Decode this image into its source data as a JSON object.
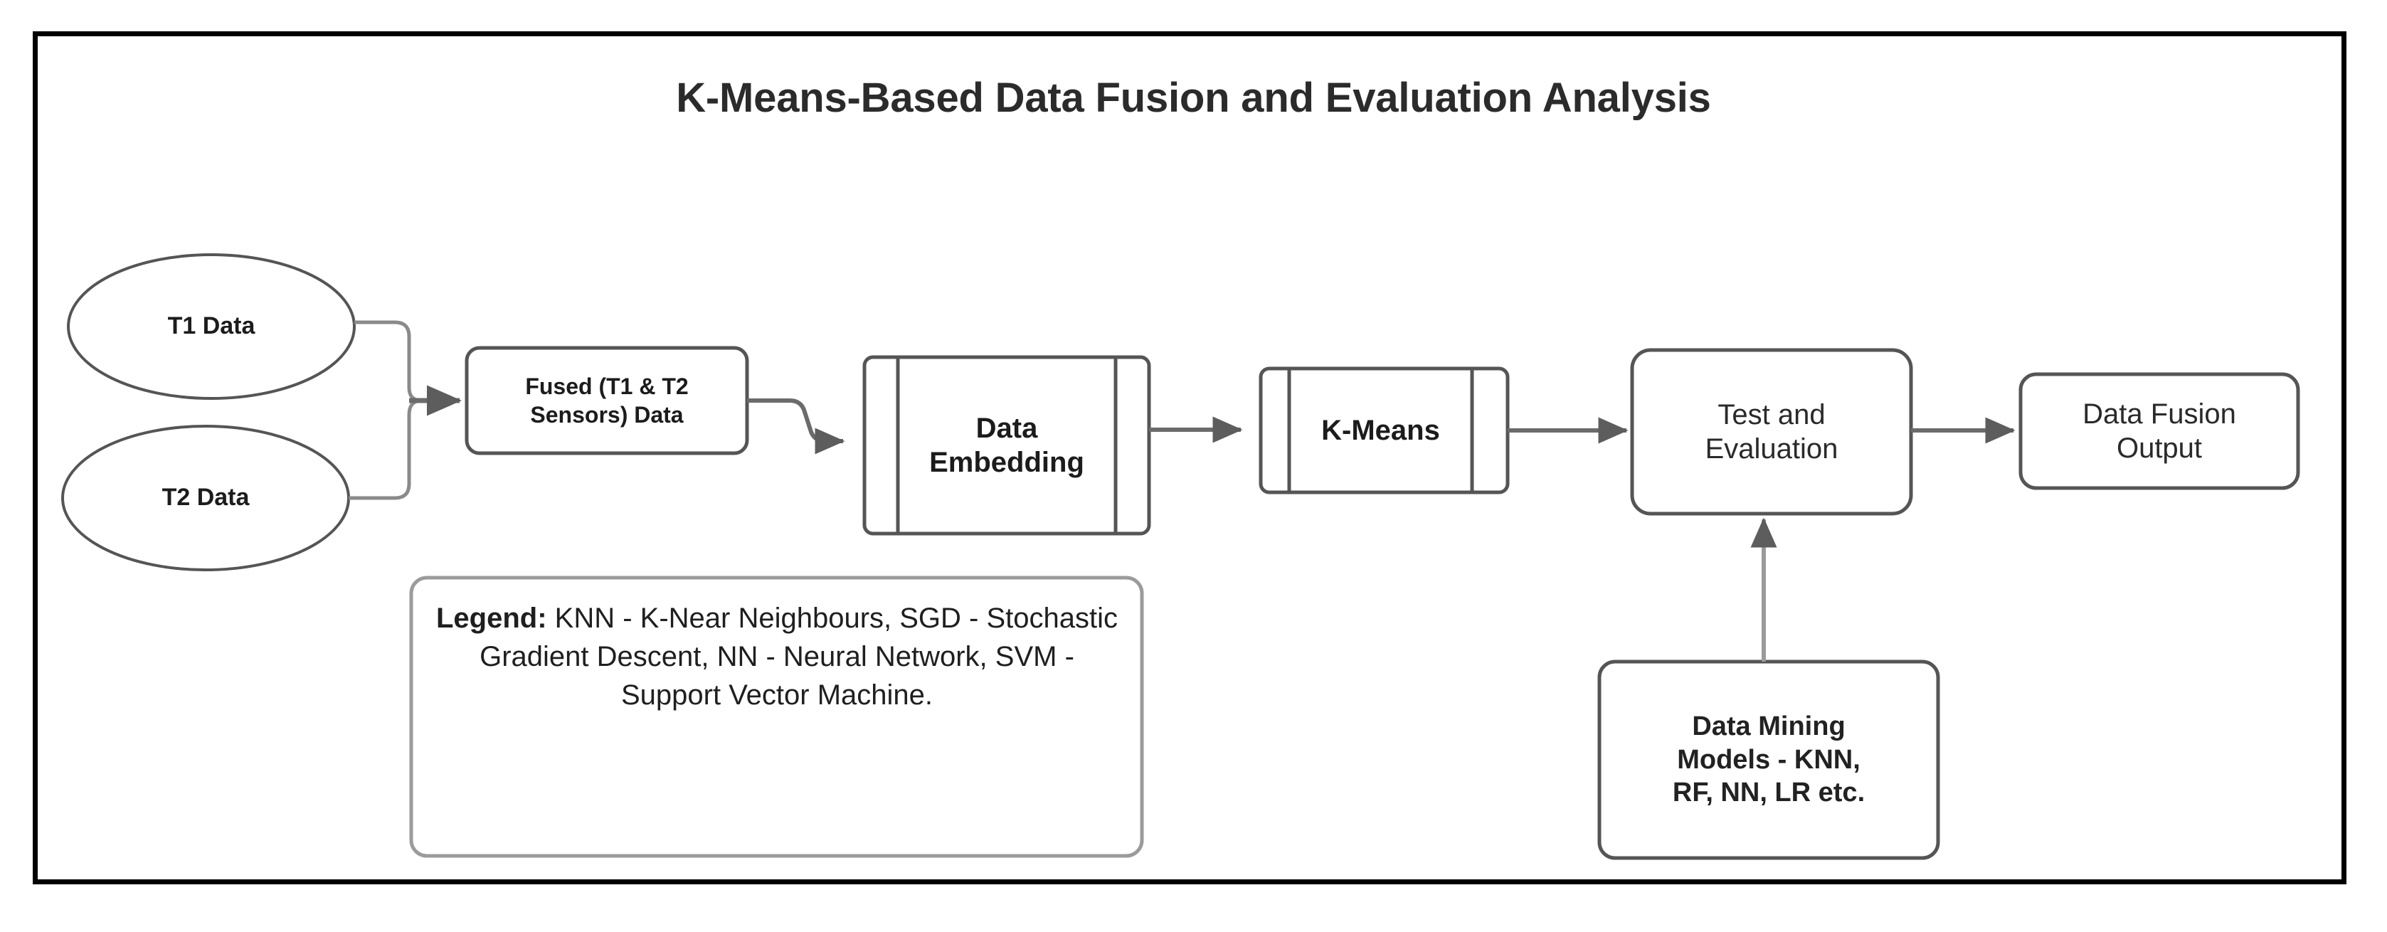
{
  "diagram": {
    "title": "K-Means-Based Data Fusion and Evaluation Analysis",
    "frame_color": "#000000",
    "node_stroke_color": "#555555",
    "node_fill_color": "#ffffff",
    "text_color": "#1c1c1c",
    "connector_color": "#666666"
  },
  "nodes": {
    "t1_data": {
      "label": "T1 Data",
      "shape": "ellipse"
    },
    "t2_data": {
      "label": "T2 Data",
      "shape": "ellipse"
    },
    "fused_data": {
      "label_line1": "Fused  (T1 & T2",
      "label_line2": "Sensors) Data",
      "shape": "rounded-rectangle"
    },
    "data_embedding": {
      "label_line1": "Data",
      "label_line2": "Embedding",
      "shape": "predefined-process"
    },
    "k_means": {
      "label": "K-Means",
      "shape": "predefined-process"
    },
    "test_evaluation": {
      "label_line1": "Test and",
      "label_line2": "Evaluation",
      "shape": "rounded-rectangle"
    },
    "data_fusion_output": {
      "label_line1": "Data Fusion",
      "label_line2": "Output",
      "shape": "rounded-rectangle"
    },
    "data_mining_models": {
      "label_line1": "Data Mining",
      "label_line2": "Models - KNN,",
      "label_line3": "RF, NN, LR etc.",
      "shape": "rounded-rectangle"
    }
  },
  "legend": {
    "heading": "Legend:",
    "body": " KNN - K-Near Neighbours, SGD - Stochastic Gradient Descent, NN - Neural Network, SVM - Support Vector Machine."
  },
  "connectors": [
    {
      "from": "t1_data",
      "to": "fused_data",
      "style": "orthogonal-merge",
      "arrow": true
    },
    {
      "from": "t2_data",
      "to": "fused_data",
      "style": "orthogonal-merge",
      "arrow": true
    },
    {
      "from": "fused_data",
      "to": "data_embedding",
      "style": "stepped",
      "arrow": true
    },
    {
      "from": "data_embedding",
      "to": "k_means",
      "style": "straight",
      "arrow": true
    },
    {
      "from": "k_means",
      "to": "test_evaluation",
      "style": "straight",
      "arrow": true
    },
    {
      "from": "test_evaluation",
      "to": "data_fusion_output",
      "style": "straight",
      "arrow": true
    },
    {
      "from": "data_mining_models",
      "to": "test_evaluation",
      "style": "vertical-up",
      "arrow": true
    }
  ]
}
